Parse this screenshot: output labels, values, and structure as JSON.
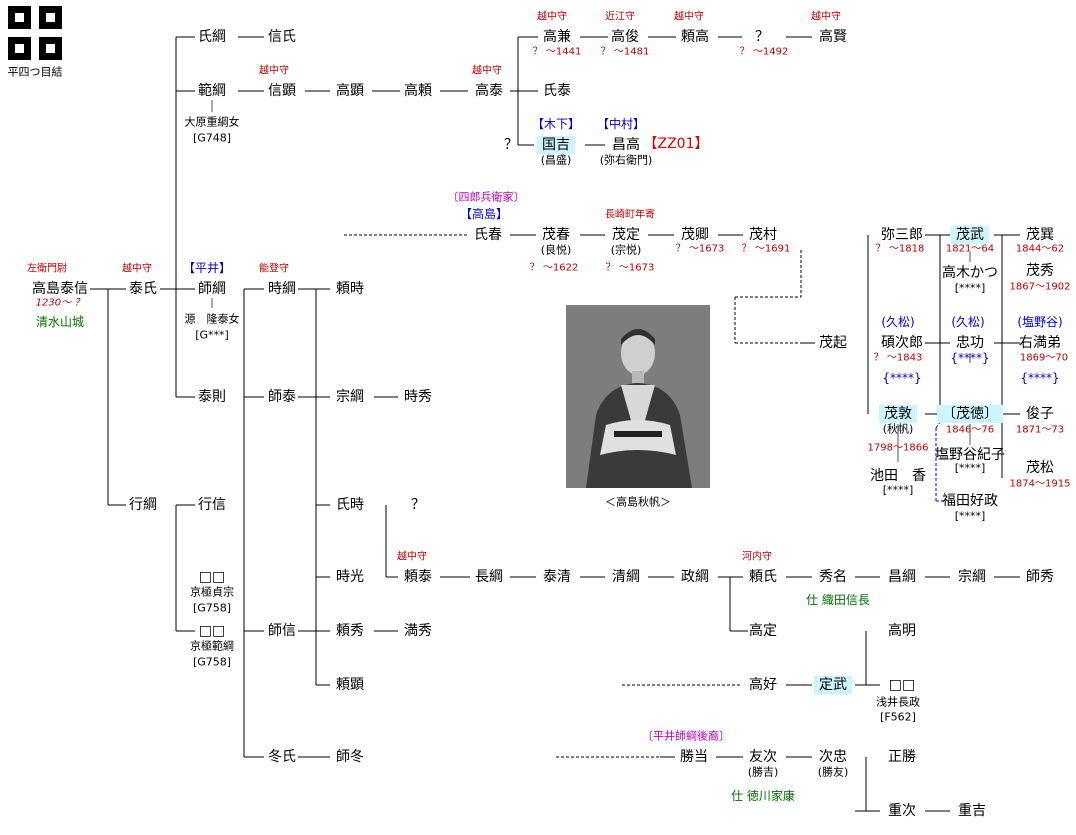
{
  "crest": {
    "label": "平四つ目結"
  },
  "portrait": {
    "caption": "＜高島秋帆＞"
  },
  "names": [
    {
      "t": "高島泰信"
    },
    {
      "t": "泰氏"
    },
    {
      "t": "氏綱"
    },
    {
      "t": "信氏"
    },
    {
      "t": "範綱"
    },
    {
      "t": "信顕"
    },
    {
      "t": "高顕"
    },
    {
      "t": "高頼"
    },
    {
      "t": "高泰"
    },
    {
      "t": "氏泰"
    },
    {
      "t": "高兼"
    },
    {
      "t": "高俊"
    },
    {
      "t": "頼高"
    },
    {
      "t": "？"
    },
    {
      "t": "高賢"
    },
    {
      "t": "国吉"
    },
    {
      "t": "昌高"
    },
    {
      "t": "？"
    },
    {
      "t": "師綱"
    },
    {
      "t": "時綱"
    },
    {
      "t": "頼時"
    },
    {
      "t": "泰則"
    },
    {
      "t": "師泰"
    },
    {
      "t": "宗綱"
    },
    {
      "t": "時秀"
    },
    {
      "t": "氏時"
    },
    {
      "t": "？"
    },
    {
      "t": "時光"
    },
    {
      "t": "頼泰"
    },
    {
      "t": "長綱"
    },
    {
      "t": "泰清"
    },
    {
      "t": "清綱"
    },
    {
      "t": "政綱"
    },
    {
      "t": "頼氏"
    },
    {
      "t": "秀名"
    },
    {
      "t": "昌綱"
    },
    {
      "t": "宗綱"
    },
    {
      "t": "師秀"
    },
    {
      "t": "行綱"
    },
    {
      "t": "行信"
    },
    {
      "t": "□□"
    },
    {
      "t": "□□"
    },
    {
      "t": "師信"
    },
    {
      "t": "頼秀"
    },
    {
      "t": "満秀"
    },
    {
      "t": "頼顕"
    },
    {
      "t": "冬氏"
    },
    {
      "t": "師冬"
    },
    {
      "t": "高定"
    },
    {
      "t": "高明"
    },
    {
      "t": "高好"
    },
    {
      "t": "定武"
    },
    {
      "t": "□□"
    },
    {
      "t": "勝当"
    },
    {
      "t": "友次"
    },
    {
      "t": "次忠"
    },
    {
      "t": "正勝"
    },
    {
      "t": "重次"
    },
    {
      "t": "重吉"
    },
    {
      "t": "氏春"
    },
    {
      "t": "茂春"
    },
    {
      "t": "茂定"
    },
    {
      "t": "茂卿"
    },
    {
      "t": "茂村"
    },
    {
      "t": "茂起"
    },
    {
      "t": "弥三郎"
    },
    {
      "t": "茂武"
    },
    {
      "t": "茂巽"
    },
    {
      "t": "高木かつ"
    },
    {
      "t": "茂秀"
    },
    {
      "t": "碩次郎"
    },
    {
      "t": "忠功"
    },
    {
      "t": "右満弟"
    },
    {
      "t": "茂敦"
    },
    {
      "t": "〔茂徳〕"
    },
    {
      "t": "俊子"
    },
    {
      "t": "塩野谷紀子"
    },
    {
      "t": "池田　香"
    },
    {
      "t": "福田好政"
    },
    {
      "t": "茂松"
    }
  ],
  "subs": [
    {
      "t": "大原重綱女"
    },
    {
      "t": "[G748]"
    },
    {
      "t": "源　隆泰女"
    },
    {
      "t": "[G***]"
    },
    {
      "t": "京極貞宗"
    },
    {
      "t": "[G758]"
    },
    {
      "t": "京極範綱"
    },
    {
      "t": "[G758]"
    },
    {
      "t": "浅井長政"
    },
    {
      "t": "[F562]"
    },
    {
      "t": "(昌盛)"
    },
    {
      "t": "(弥右衛門)"
    },
    {
      "t": "(良悦)"
    },
    {
      "t": "(宗悦)"
    },
    {
      "t": "(勝吉)"
    },
    {
      "t": "(勝友)"
    },
    {
      "t": "(秋帆)"
    },
    {
      "t": "[****]"
    },
    {
      "t": "[****]"
    },
    {
      "t": "[****]"
    },
    {
      "t": "[****]"
    }
  ],
  "titles": [
    {
      "t": "左衛門尉"
    },
    {
      "t": "越中守"
    },
    {
      "t": "能登守"
    },
    {
      "t": "越中守"
    },
    {
      "t": "越中守"
    },
    {
      "t": "越中守"
    },
    {
      "t": "近江守"
    },
    {
      "t": "越中守"
    },
    {
      "t": "越中守"
    },
    {
      "t": "越中守"
    },
    {
      "t": "河内守"
    },
    {
      "t": "長崎町年寄"
    }
  ],
  "dates": [
    {
      "t": "1230～ ？"
    },
    {
      "t": "？ ～1441"
    },
    {
      "t": "？ ～1481"
    },
    {
      "t": "？ ～1492"
    },
    {
      "t": "？ ～1622"
    },
    {
      "t": "？ ～1673"
    },
    {
      "t": "？ ～1673"
    },
    {
      "t": "？ ～1691"
    },
    {
      "t": "？ ～1818"
    },
    {
      "t": "1821～64"
    },
    {
      "t": "1844～62"
    },
    {
      "t": "1867～1902"
    },
    {
      "t": "？ ～1843"
    },
    {
      "t": "1869～70"
    },
    {
      "t": "1798～1866"
    },
    {
      "t": "1846～76"
    },
    {
      "t": "1871～73"
    },
    {
      "t": "1874～1915"
    }
  ],
  "clans": [
    {
      "t": "【平井】"
    },
    {
      "t": "【木下】"
    },
    {
      "t": "【中村】"
    },
    {
      "t": "【高島】"
    },
    {
      "t": "(久松)"
    },
    {
      "t": "(久松)"
    },
    {
      "t": "(塩野谷)"
    },
    {
      "t": "{****}"
    },
    {
      "t": "{****}"
    },
    {
      "t": "{****}"
    }
  ],
  "places": [
    {
      "t": "清水山城"
    },
    {
      "t": "仕 織田信長"
    },
    {
      "t": "仕 徳川家康"
    }
  ],
  "notes": [
    {
      "t": "〔四郎兵衛家〕"
    },
    {
      "t": "〔平井師綱後裔〕"
    }
  ],
  "code": {
    "t": "【ZZ01】"
  }
}
